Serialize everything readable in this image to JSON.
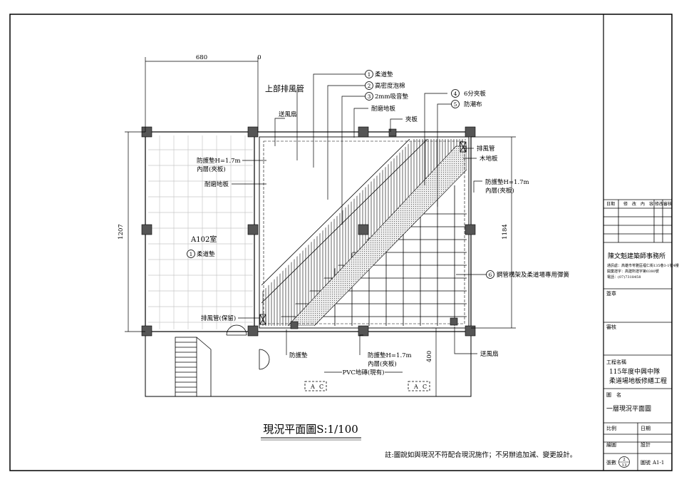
{
  "drawing": {
    "title": "現況平面圖S:1/100",
    "note": "註:圖說如與現況不符配合現況施作；不另辦追加減、變更設計。",
    "room_name": "A102室",
    "room_item": "柔道墊",
    "room_item_no": "1",
    "dims": {
      "top_left": "680",
      "top_zero": "0",
      "left_height": "1207",
      "right_height": "1184",
      "bottom_depth": "400"
    },
    "labels": {
      "exhaust_top": "上部排風管",
      "supply_fan_left": "送風扇",
      "guard_left_1": "防護墊H=1.7m",
      "guard_left_2": "內層(夾板)",
      "wear_floor_left": "耐磨地板",
      "exhaust_keep": "排風管(保留)",
      "wear_floor_top": "耐磨地板",
      "plywood_top": "夾板",
      "exhaust_right": "排風管",
      "wood_floor": "木地板",
      "guard_right_1": "防護墊H=1.7m",
      "guard_right_2": "內層(夾板)",
      "guard_bottom": "防護墊",
      "guard_bottom2_1": "防護墊H=1.7m",
      "guard_bottom2_2": "內層(夾板)",
      "supply_fan_bottom": "送風扇",
      "pvc": "PVC地磚(現有)",
      "section_a": "A",
      "section_c": "C"
    },
    "layers": [
      {
        "no": "1",
        "text": "柔道墊"
      },
      {
        "no": "2",
        "text": "高密度泡棉"
      },
      {
        "no": "3",
        "text": "2mm吸音墊"
      },
      {
        "no": "4",
        "text": "6分夾板"
      },
      {
        "no": "5",
        "text": "防潮布"
      },
      {
        "no": "6",
        "text": "鋼管構架及柔道場專用彈簧"
      }
    ]
  },
  "title_block": {
    "rev_headers": [
      "日期",
      "修　改　內　容",
      "修改",
      "審核"
    ],
    "firm_name": "陳文魁建築師事務所",
    "firm_addr_1": "通訊處：高雄市苓雅區福仁街135巷3-1號4樓",
    "firm_addr_2": "開業證字：高建所證字第0380號",
    "firm_tel": "電話：(07)7318458",
    "seal_label": "簽章",
    "review_label": "審核",
    "project_label": "工程名稱",
    "project_line1": "115年度中興中隊",
    "project_line2": "柔道場地板修繕工程",
    "drawing_label": "圖　名",
    "drawing_name": "一層現況平面圖",
    "scale_label": "比例",
    "date_label": "日期",
    "draw_label": "繪圖",
    "design_label": "設計",
    "sheet_label": "張數",
    "sheet_num": "2",
    "sheet_total": "13",
    "drawing_no_label": "圖號",
    "drawing_no": "A1-1"
  },
  "colors": {
    "line": "#000000",
    "grid": "#c8c8c8",
    "column": "#555555",
    "band": "#d9d9d9"
  }
}
